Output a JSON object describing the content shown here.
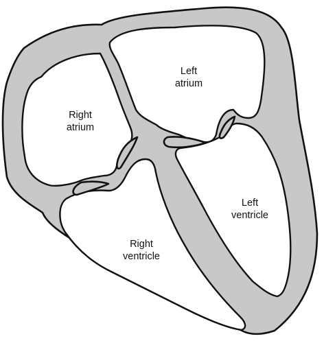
{
  "diagram": {
    "colors": {
      "wall": "#c8c8c8",
      "outline": "#111111",
      "chamber": "#ffffff",
      "background": "#ffffff"
    },
    "chambers": {
      "right_atrium": {
        "line1": "Right",
        "line2": "atrium"
      },
      "left_atrium": {
        "line1": "Left",
        "line2": "atrium"
      },
      "right_ventricle": {
        "line1": "Right",
        "line2": "ventricle"
      },
      "left_ventricle": {
        "line1": "Left",
        "line2": "ventricle"
      }
    }
  }
}
